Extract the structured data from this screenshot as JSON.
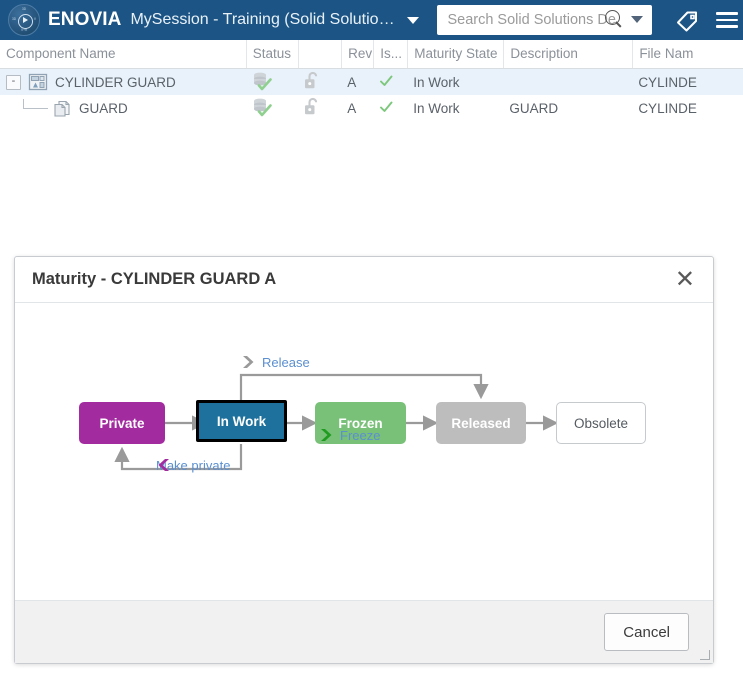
{
  "appbar": {
    "logo_icon": "compass-logo-icon",
    "brand": "ENOVIA",
    "session_title": "MySession - Training (Solid Solutions D...",
    "session_chevron_icon": "chevron-down-icon",
    "search": {
      "placeholder": "Search Solid Solutions De",
      "value": "",
      "search_icon": "magnifier-icon",
      "dropdown_icon": "chevron-down-icon"
    },
    "tag_icon": "tag-icon",
    "menu_icon": "hamburger-menu-icon",
    "bg_color": "#1c5585"
  },
  "grid": {
    "columns": [
      {
        "key": "name",
        "label": "Component Name"
      },
      {
        "key": "status",
        "label": "Status"
      },
      {
        "key": "blank",
        "label": ""
      },
      {
        "key": "rev",
        "label": "Rev"
      },
      {
        "key": "is",
        "label": "Is..."
      },
      {
        "key": "mat",
        "label": "Maturity State"
      },
      {
        "key": "desc",
        "label": "Description"
      },
      {
        "key": "file",
        "label": "File Nam"
      }
    ],
    "rows": [
      {
        "name": "CYLINDER GUARD",
        "level": 0,
        "selected": true,
        "expanded": true,
        "expander_label": "-",
        "node_icon": "assembly-icon",
        "status_icon": "database-check-icon",
        "lock_icon": "unlocked-padlock-icon",
        "rev": "A",
        "is_check_icon": "green-check-icon",
        "maturity": "In Work",
        "description": "",
        "file_name": "CYLINDE"
      },
      {
        "name": "GUARD",
        "level": 1,
        "selected": false,
        "node_icon": "part-icon",
        "status_icon": "database-check-icon",
        "lock_icon": "unlocked-padlock-icon",
        "rev": "A",
        "is_check_icon": "green-check-icon",
        "maturity": "In Work",
        "description": "GUARD",
        "file_name": "CYLINDE"
      }
    ]
  },
  "dialog": {
    "title": "Maturity - CYLINDER GUARD A",
    "close_icon": "close-icon",
    "cancel_label": "Cancel",
    "resize_grip_icon": "resize-grip-icon",
    "lifecycle": {
      "current_state": "In Work",
      "states": [
        {
          "id": "private",
          "label": "Private",
          "color": "#a32ba0",
          "text_color": "#ffffff",
          "current": false
        },
        {
          "id": "inwork",
          "label": "In Work",
          "color": "#1d719c",
          "text_color": "#ffffff",
          "current": true
        },
        {
          "id": "frozen",
          "label": "Frozen",
          "color": "#79c079",
          "text_color": "#ffffff",
          "current": false
        },
        {
          "id": "released",
          "label": "Released",
          "color": "#bdbdbd",
          "text_color": "#ffffff",
          "current": false
        },
        {
          "id": "obsolete",
          "label": "Obsolete",
          "color": "#ffffff",
          "text_color": "#555b61",
          "current": false
        }
      ],
      "transitions": [
        {
          "id": "release",
          "label": "Release",
          "from": "inwork",
          "to": "released",
          "chevron_color": "#9a9a9a",
          "chevron_dir": "right"
        },
        {
          "id": "freeze",
          "label": "Freeze",
          "from": "inwork",
          "to": "frozen",
          "chevron_color": "#1f9c1f",
          "chevron_dir": "right"
        },
        {
          "id": "make-private",
          "label": "Make private",
          "from": "inwork",
          "to": "private",
          "chevron_color": "#a32ba0",
          "chevron_dir": "left"
        }
      ],
      "connector_color": "#9a9a9a",
      "label_color": "#5b8fd0"
    }
  }
}
